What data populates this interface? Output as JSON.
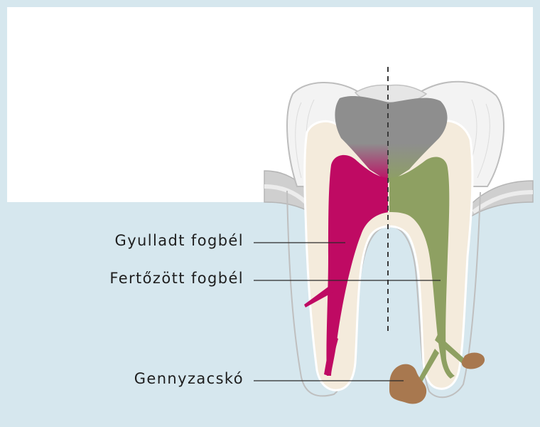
{
  "labels": {
    "inflamed_pulp": "Gyulladt fogbél",
    "infected_pulp": "Fertőzött fogbél",
    "abscess": "Gennyzacskó"
  },
  "colors": {
    "background": "#d6e7ee",
    "panel": "#ffffff",
    "enamel": "#f3f3f3",
    "dentin": "#f4ebdc",
    "decay": "#8e8e8e",
    "inflamed": "#bf0a63",
    "infected": "#8ea062",
    "abscess": "#a8784f",
    "gum": "#cfcfcf"
  }
}
